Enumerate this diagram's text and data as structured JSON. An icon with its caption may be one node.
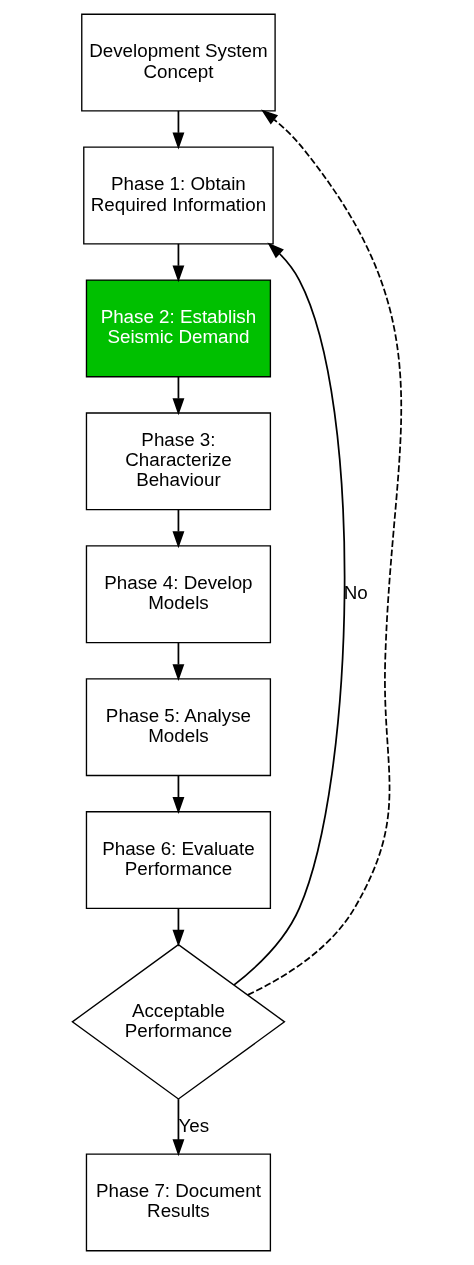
{
  "diagram": {
    "nodes": [
      {
        "text": [
          "Development System Concept"
        ]
      },
      {
        "text": [
          "Phase 1: Obtain Required Information"
        ]
      },
      {
        "text": [
          "Phase 2: Establish Seismic Demand"
        ]
      },
      {
        "text": [
          "Phase 3: Characterize Behaviour"
        ]
      },
      {
        "text": [
          "Phase 4: Develop Models"
        ]
      },
      {
        "text": [
          "Phase 5: Analyse Models"
        ]
      },
      {
        "text": [
          "Phase 6: Evaluate Performance"
        ]
      },
      {
        "text": [
          "Acceptable Performance"
        ]
      },
      {
        "text": [
          "Phase 7: Document Results"
        ]
      }
    ],
    "edges": [
      {
        "from": 0,
        "to": 1,
        "arrow": "to"
      },
      {
        "from": 1,
        "to": 2,
        "arrow": "to"
      },
      {
        "from": 2,
        "to": 3,
        "arrow": "to"
      },
      {
        "from": 3,
        "to": 4,
        "arrow": "to"
      },
      {
        "from": 4,
        "to": 5,
        "arrow": "to"
      },
      {
        "from": 5,
        "to": 6,
        "arrow": "to"
      },
      {
        "from": 6,
        "to": 7,
        "arrow": "to"
      },
      {
        "from": 7,
        "to": 8,
        "arrow": "to",
        "label": "Yes"
      },
      {
        "from": 7,
        "to": 1,
        "arrow": "to",
        "label": "No"
      },
      {
        "from": 7,
        "to": 0,
        "arrow": "to",
        "style": "dashed"
      }
    ]
  }
}
